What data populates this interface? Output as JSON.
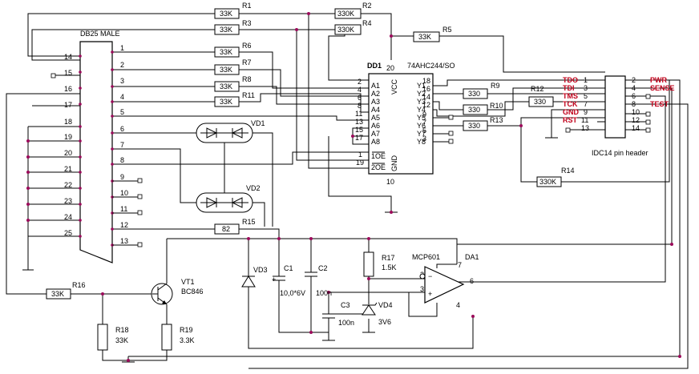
{
  "resistors": {
    "R1": {
      "ref": "R1",
      "value": "33K"
    },
    "R2": {
      "ref": "R2",
      "value": "330K"
    },
    "R3": {
      "ref": "R3",
      "value": "33K"
    },
    "R4": {
      "ref": "R4",
      "value": "330K"
    },
    "R5": {
      "ref": "R5",
      "value": "33K"
    },
    "R6": {
      "ref": "R6",
      "value": "33K"
    },
    "R7": {
      "ref": "R7",
      "value": "33K"
    },
    "R8": {
      "ref": "R8",
      "value": "33K"
    },
    "R9": {
      "ref": "R9",
      "value": "330"
    },
    "R10": {
      "ref": "R10",
      "value": "330"
    },
    "R11": {
      "ref": "R11",
      "value": "33K"
    },
    "R12": {
      "ref": "R12",
      "value": "330"
    },
    "R13": {
      "ref": "R13",
      "value": "330"
    },
    "R14": {
      "ref": "R14",
      "value": "330K"
    },
    "R15": {
      "ref": "R15",
      "value": "82"
    },
    "R16": {
      "ref": "R16",
      "value": "33K"
    },
    "R17": {
      "ref": "R17",
      "value": "1.5K"
    },
    "R18": {
      "ref": "R18",
      "value": "33K"
    },
    "R19": {
      "ref": "R19",
      "value": "3.3K"
    }
  },
  "db25": {
    "title": "DB25 MALE",
    "left_pins": [
      "14",
      "15",
      "16",
      "17",
      "18",
      "19",
      "20",
      "21",
      "22",
      "23",
      "24",
      "25"
    ],
    "right_pins": [
      "1",
      "2",
      "3",
      "4",
      "5",
      "6",
      "7",
      "8",
      "9",
      "10",
      "11",
      "12",
      "13"
    ]
  },
  "dd1": {
    "ref": "DD1",
    "part": "74AHC244/SO",
    "vcc_label": "VCC",
    "gnd_label": "GND",
    "vcc_pin": "20",
    "gnd_pin": "10",
    "oe1": "1OE",
    "oe2": "2OE",
    "oe1_pin": "1",
    "oe2_pin": "19",
    "inputs": [
      {
        "name": "A1",
        "pin": "2"
      },
      {
        "name": "A2",
        "pin": "4"
      },
      {
        "name": "A3",
        "pin": "6"
      },
      {
        "name": "A4",
        "pin": "8"
      },
      {
        "name": "A5",
        "pin": "11"
      },
      {
        "name": "A6",
        "pin": "13"
      },
      {
        "name": "A7",
        "pin": "15"
      },
      {
        "name": "A8",
        "pin": "17"
      }
    ],
    "outputs": [
      {
        "name": "Y1",
        "pin": "18"
      },
      {
        "name": "Y2",
        "pin": "16"
      },
      {
        "name": "Y3",
        "pin": "14"
      },
      {
        "name": "Y4",
        "pin": "12"
      },
      {
        "name": "Y5",
        "pin": "9"
      },
      {
        "name": "Y6",
        "pin": "7"
      },
      {
        "name": "Y7",
        "pin": "5"
      },
      {
        "name": "Y8",
        "pin": "3"
      }
    ]
  },
  "header": {
    "title": "IDC14 pin header",
    "left": [
      {
        "signal": "TDO",
        "pin": "1"
      },
      {
        "signal": "TDI",
        "pin": "3"
      },
      {
        "signal": "TMS",
        "pin": "5"
      },
      {
        "signal": "TCK",
        "pin": "7"
      },
      {
        "signal": "GND",
        "pin": "9"
      },
      {
        "signal": "RST",
        "pin": "11"
      },
      {
        "signal": "",
        "pin": "13"
      }
    ],
    "right": [
      {
        "pin": "2",
        "signal": "PWR"
      },
      {
        "pin": "4",
        "signal": "SENSE"
      },
      {
        "pin": "6",
        "signal": ""
      },
      {
        "pin": "8",
        "signal": "TEST"
      },
      {
        "pin": "10",
        "signal": ""
      },
      {
        "pin": "12",
        "signal": ""
      },
      {
        "pin": "14",
        "signal": ""
      }
    ]
  },
  "diodes": {
    "VD1": {
      "ref": "VD1"
    },
    "VD2": {
      "ref": "VD2"
    },
    "VD3": {
      "ref": "VD3"
    },
    "VD4": {
      "ref": "VD4",
      "value": "3V6"
    }
  },
  "capacitors": {
    "C1": {
      "ref": "C1",
      "value": "10,0*6V"
    },
    "C2": {
      "ref": "C2",
      "value": "100n"
    },
    "C3": {
      "ref": "C3",
      "value": "100n"
    }
  },
  "transistor": {
    "ref": "VT1",
    "part": "BC846"
  },
  "opamp": {
    "ref": "DA1",
    "part": "MCP601",
    "pin_vdd": "7",
    "pin_inm": "2",
    "pin_inp": "3",
    "pin_out": "6",
    "pin_vss": "4",
    "minus": "−",
    "plus": "+"
  }
}
